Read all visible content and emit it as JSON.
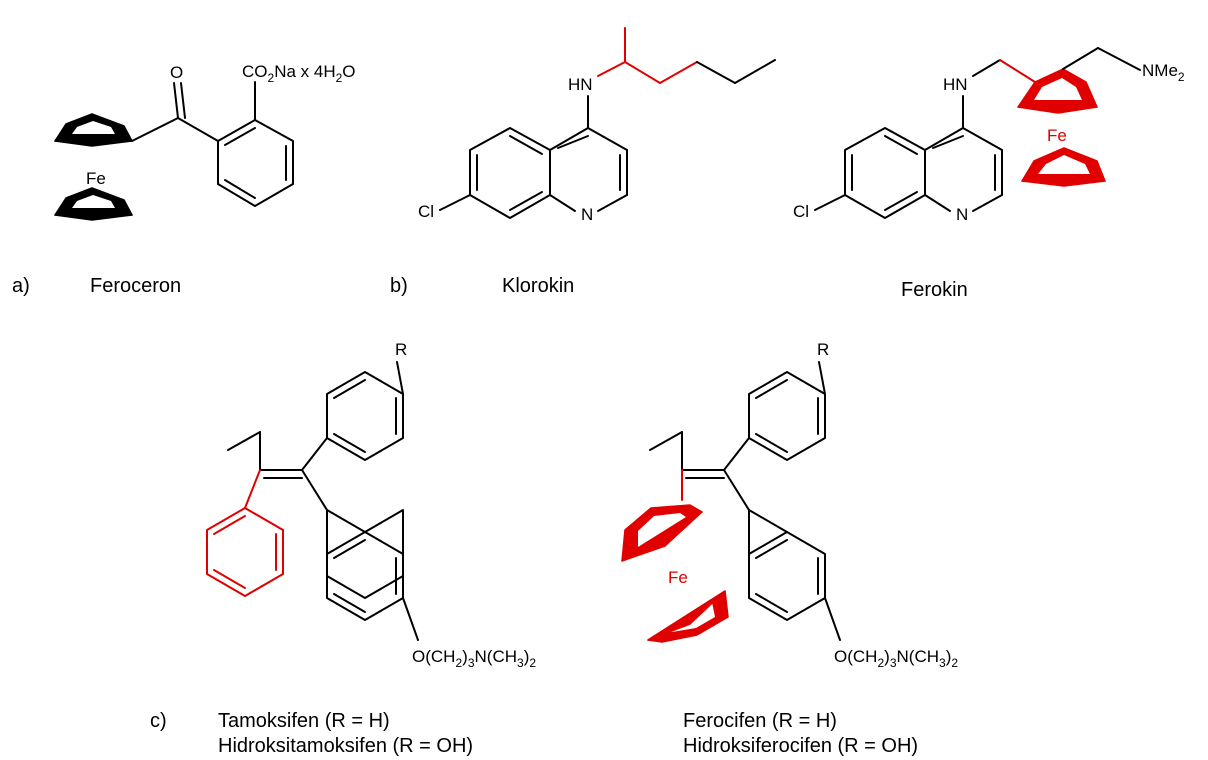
{
  "panels": {
    "a": {
      "letter": "a)",
      "name": "Feroceron"
    },
    "b": {
      "letter": "b)",
      "name_left": "Klorokin",
      "name_right": "Ferokin"
    },
    "c": {
      "letter": "c)",
      "left_line1": "Tamoksifen (R = H)",
      "left_line2": "Hidroksitamoksifen (R = OH)",
      "right_line1": "Ferocifen (R = H)",
      "right_line2": "Hidroksiferocifen (R = OH)"
    }
  },
  "atoms": {
    "oxygen": "O",
    "iron": "Fe",
    "chlorine": "Cl",
    "nitrogen": "N",
    "amine_h": "HN",
    "r_group": "R",
    "nme2": "NMe",
    "nme2_sub": "2",
    "co2na_a": "CO",
    "co2na_sub": "2",
    "co2na_b": "Na x 4H",
    "water_sub": "2",
    "water_o": "O",
    "chain_a": "O(CH",
    "chain_sub1": "2",
    "chain_b": ")",
    "chain_sub2": "3",
    "chain_c": "N(CH",
    "chain_sub3": "3",
    "chain_d": ")",
    "chain_sub4": "2"
  },
  "colors": {
    "highlight": "#e00000",
    "bond": "#000000"
  }
}
